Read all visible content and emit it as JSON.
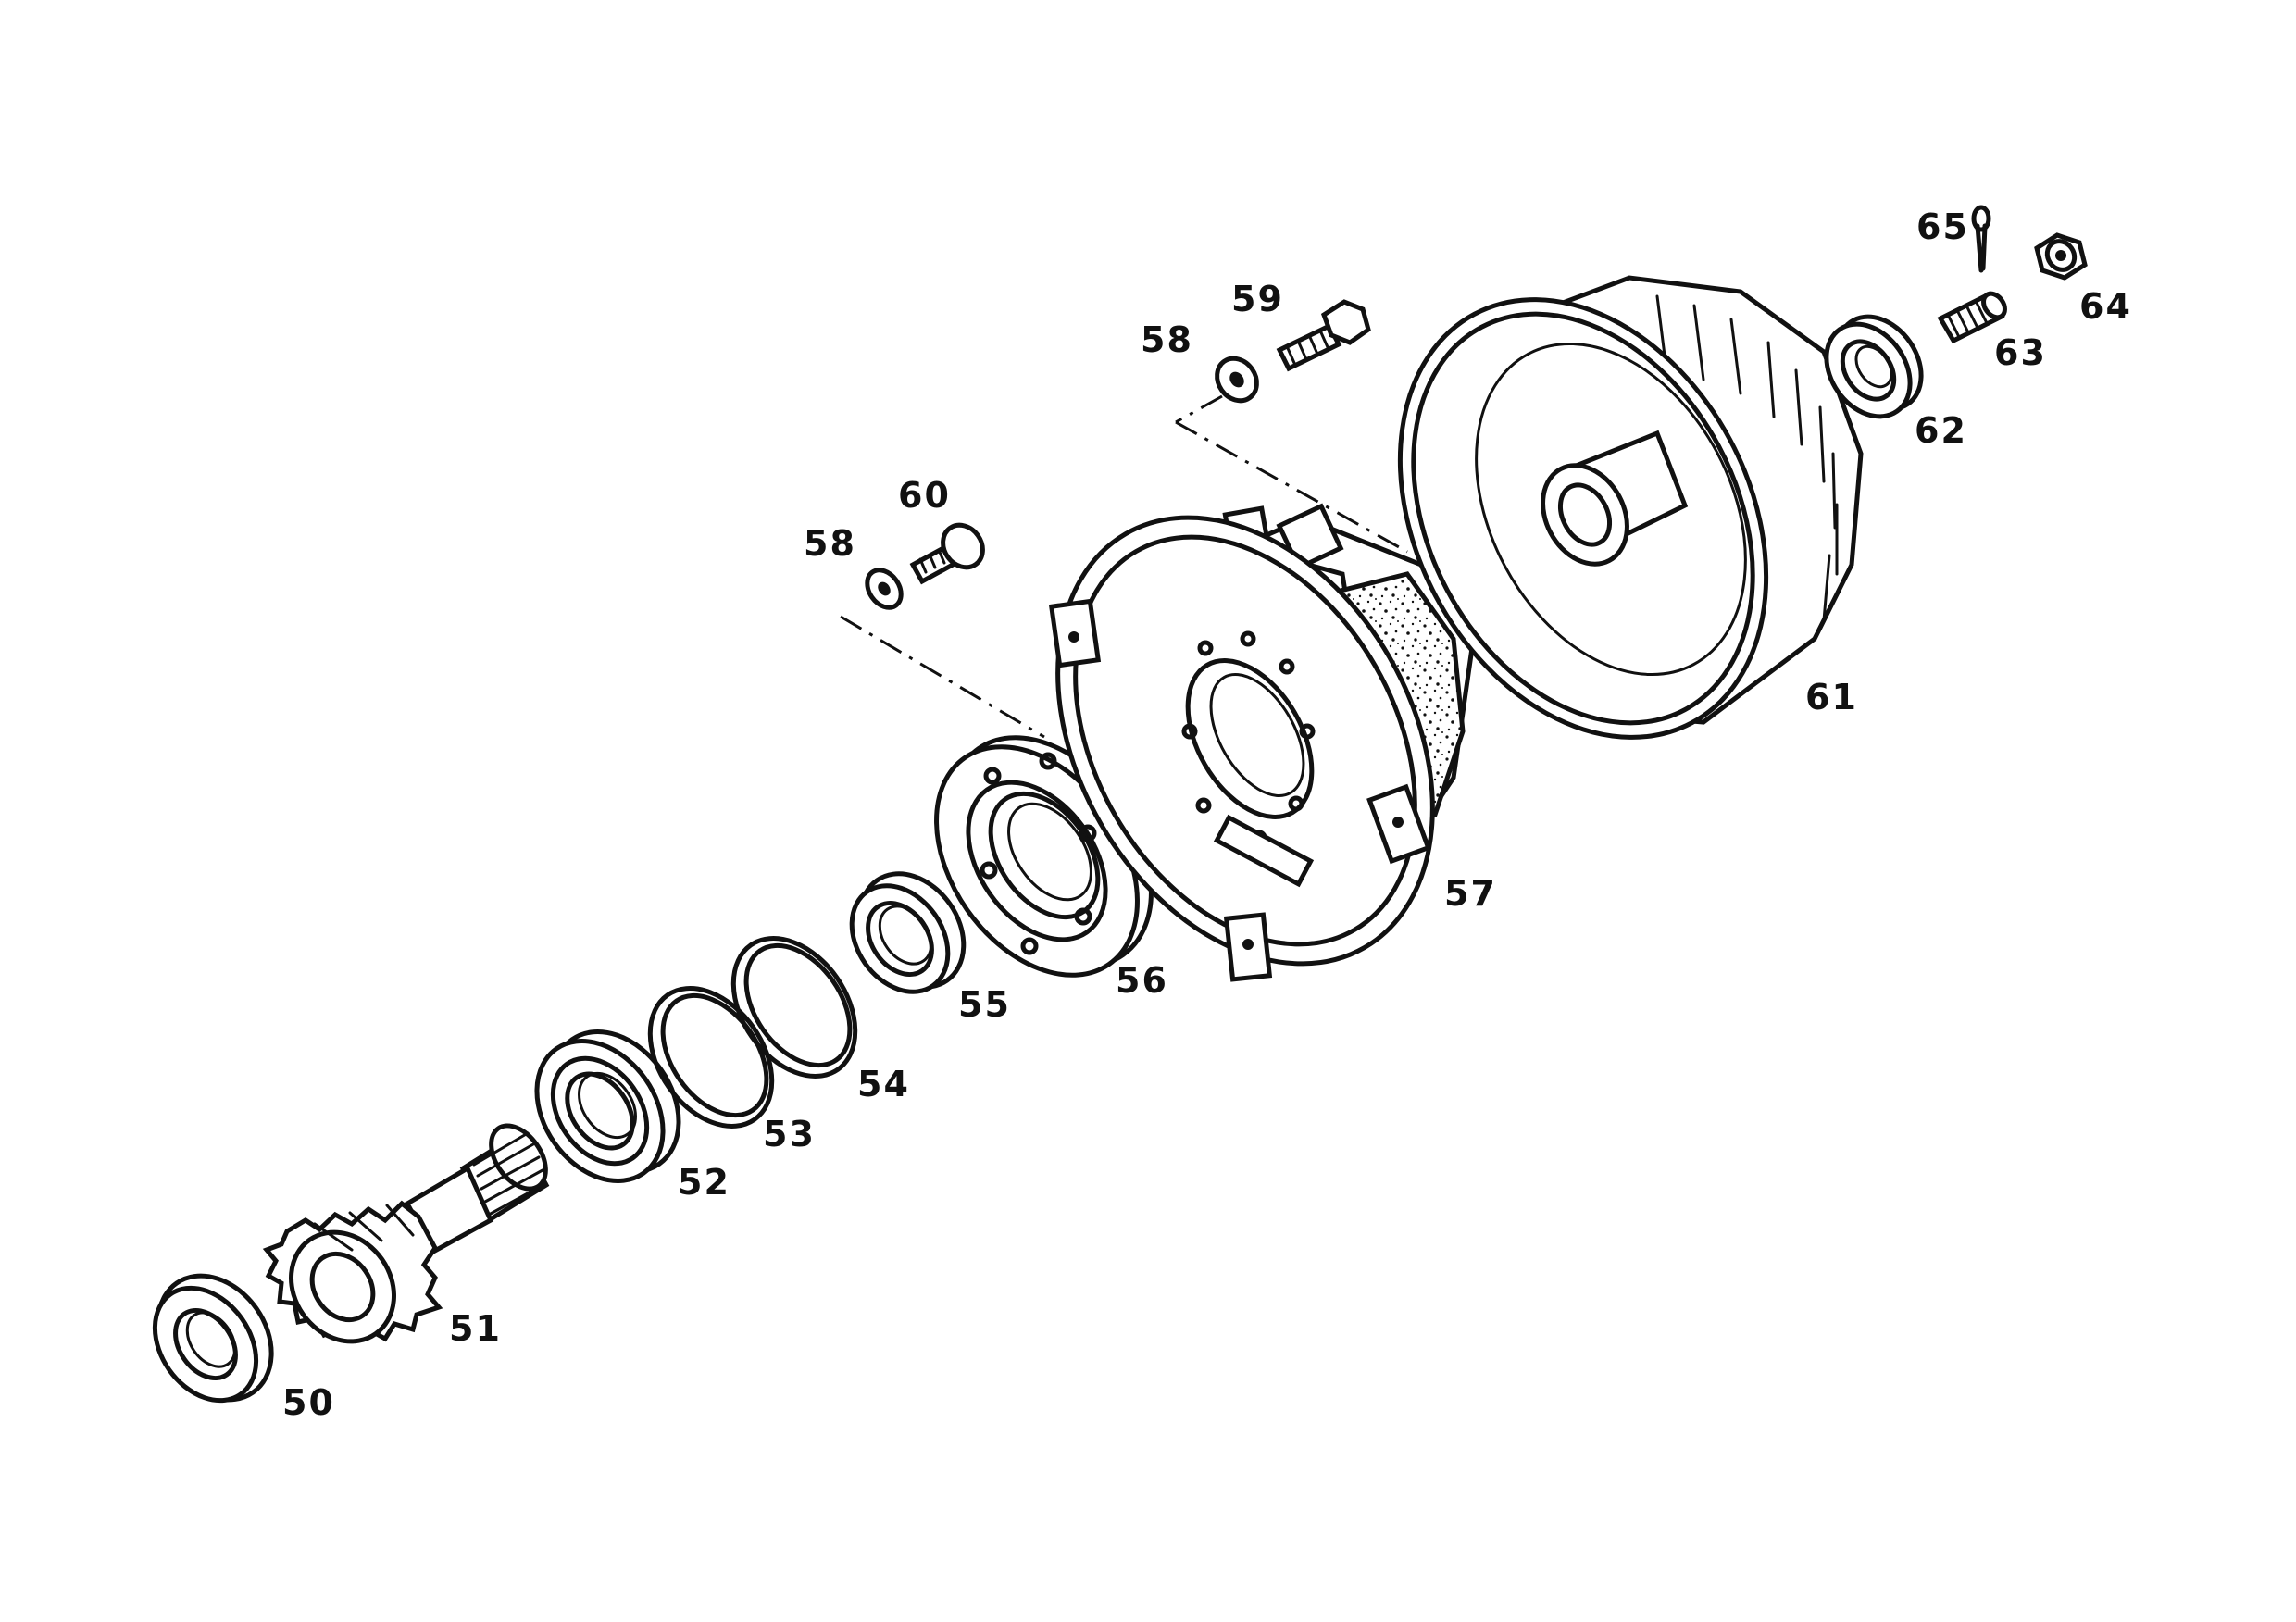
{
  "diagram": {
    "callouts": {
      "p50": "50",
      "p51": "51",
      "p52": "52",
      "p53": "53",
      "p54": "54",
      "p55": "55",
      "p56": "56",
      "p57": "57",
      "p58a": "58",
      "p58b": "58",
      "p59": "59",
      "p60": "60",
      "p61": "61",
      "p62": "62",
      "p63": "63",
      "p64": "64",
      "p65": "65"
    }
  }
}
